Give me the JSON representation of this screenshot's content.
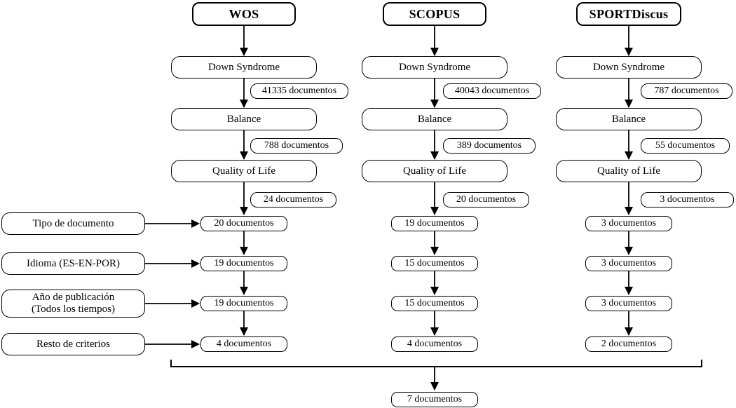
{
  "colors": {
    "line": "#000000",
    "background": "#ffffff"
  },
  "columns": [
    {
      "header": "WOS",
      "stages": [
        {
          "label": "Down Syndrome",
          "count": "41335 documentos"
        },
        {
          "label": "Balance",
          "count": "788 documentos"
        },
        {
          "label": "Quality of Life",
          "count": "24 documentos"
        }
      ],
      "results": [
        "20 documentos",
        "19 documentos",
        "19 documentos",
        "4 documentos"
      ]
    },
    {
      "header": "SCOPUS",
      "stages": [
        {
          "label": "Down Syndrome",
          "count": "40043 documentos"
        },
        {
          "label": "Balance",
          "count": "389 documentos"
        },
        {
          "label": "Quality of Life",
          "count": "20 documentos"
        }
      ],
      "results": [
        "19 documentos",
        "15 documentos",
        "15 documentos",
        "4 documentos"
      ]
    },
    {
      "header": "SPORTDiscus",
      "stages": [
        {
          "label": "Down Syndrome",
          "count": "787 documentos"
        },
        {
          "label": "Balance",
          "count": "55 documentos"
        },
        {
          "label": "Quality of Life",
          "count": "3 documentos"
        }
      ],
      "results": [
        "3 documentos",
        "3 documentos",
        "3 documentos",
        "2 documentos"
      ]
    }
  ],
  "filters": [
    {
      "line1": "Tipo de documento"
    },
    {
      "line1": "Idioma (ES-EN-POR)"
    },
    {
      "line1": "Año de publicación",
      "line2": "(Todos los tiempos)"
    },
    {
      "line1": "Resto de criterios"
    }
  ],
  "final_label": "7 documentos"
}
